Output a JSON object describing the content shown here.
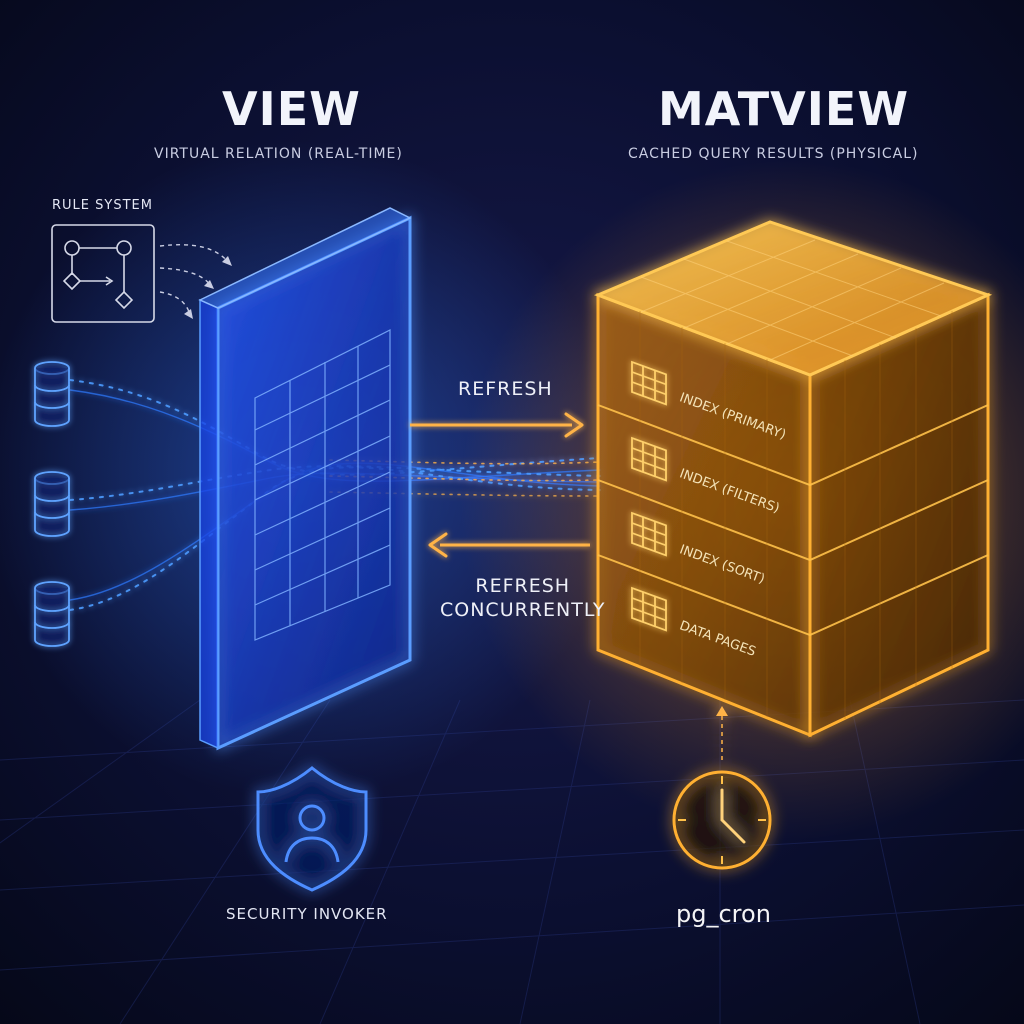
{
  "view": {
    "title": "VIEW",
    "subtitle": "VIRTUAL RELATION (REAL-TIME)",
    "rule_system_label": "RULE SYSTEM",
    "security_label": "SECURITY INVOKER",
    "color": "#2f7bff"
  },
  "matview": {
    "title": "MATVIEW",
    "subtitle": "CACHED QUERY RESULTS (PHYSICAL)",
    "layers": [
      "INDEX (PRIMARY)",
      "INDEX (FILTERS)",
      "INDEX (SORT)",
      "DATA PAGES"
    ],
    "scheduler_label": "pg_cron",
    "color": "#ffaa22"
  },
  "arrows": {
    "refresh": "REFRESH",
    "refresh_concurrently_line1": "REFRESH",
    "refresh_concurrently_line2": "CONCURRENTLY"
  },
  "icons": [
    "flowchart-icon",
    "database-icon",
    "shield-user-icon",
    "clock-icon",
    "grid-icon"
  ]
}
